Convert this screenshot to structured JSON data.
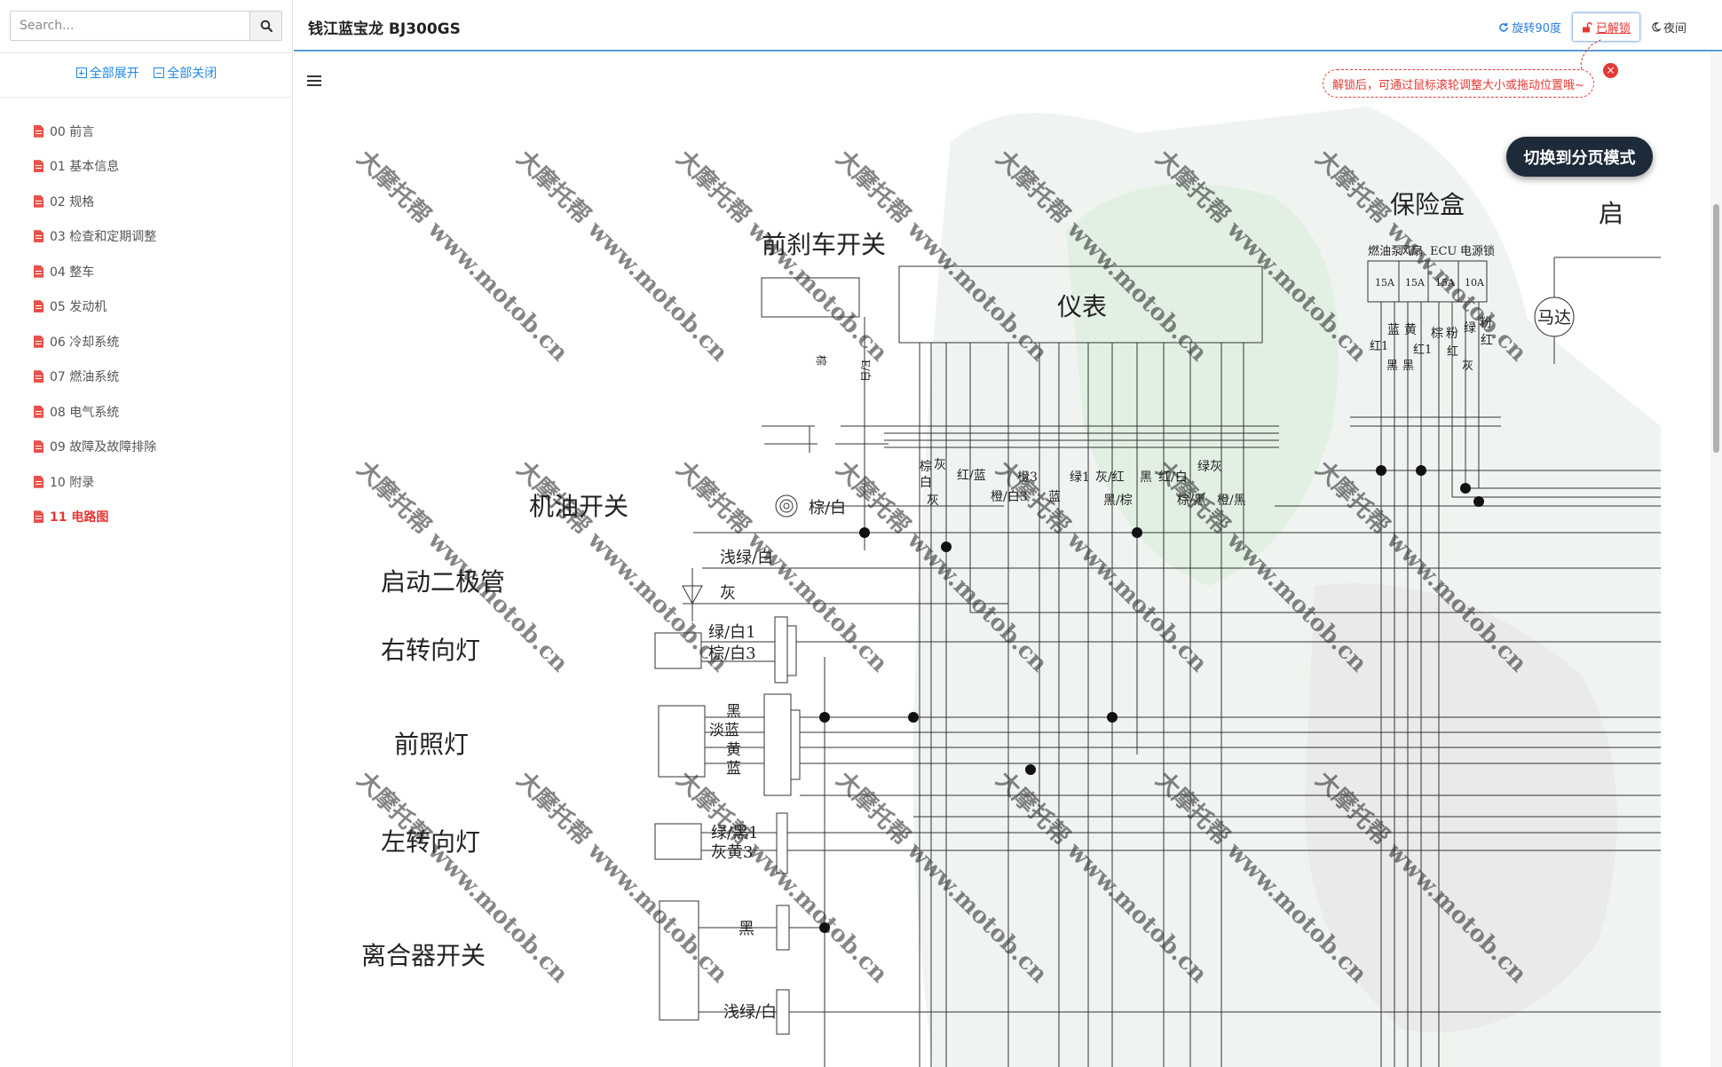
{
  "sidebar": {
    "search_placeholder": "Search...",
    "expand_all": "全部展开",
    "collapse_all": "全部关闭",
    "chapters": [
      {
        "label": "00 前言",
        "active": false
      },
      {
        "label": "01 基本信息",
        "active": false
      },
      {
        "label": "02 规格",
        "active": false
      },
      {
        "label": "03 检查和定期调整",
        "active": false
      },
      {
        "label": "04 整车",
        "active": false
      },
      {
        "label": "05 发动机",
        "active": false
      },
      {
        "label": "06 冷却系统",
        "active": false
      },
      {
        "label": "07 燃油系统",
        "active": false
      },
      {
        "label": "08 电气系统",
        "active": false
      },
      {
        "label": "09 故障及故障排除",
        "active": false
      },
      {
        "label": "10 附录",
        "active": false
      },
      {
        "label": "11 电路图",
        "active": true
      }
    ]
  },
  "header": {
    "title": "钱江蓝宝龙 BJ300GS",
    "rotate_label": "旋转90度",
    "unlock_label": "已解锁",
    "night_label": "夜间"
  },
  "tip": {
    "text": "解锁后，可通过鼠标滚轮调整大小或拖动位置哦~",
    "close": "×"
  },
  "page_mode_button": "切换到分页模式",
  "diagram": {
    "fuse_box": "保险盒",
    "fuse_names": [
      "燃油泵",
      "风扇",
      "ECU",
      "电源锁"
    ],
    "fuse_ratings": [
      "15A",
      "15A",
      "15A",
      "10A"
    ],
    "partial_label": "启",
    "motor": "马达",
    "front_brake_switch": "前刹车开关",
    "meter": "仪表",
    "oil_switch": "机油开关",
    "oil_wire": "棕/白",
    "start_diode": "启动二极管",
    "diode_wires": [
      "浅绿/白",
      "灰"
    ],
    "right_turn": "右转向灯",
    "right_turn_wires": [
      "绿/白1",
      "棕/白3"
    ],
    "headlight": "前照灯",
    "headlight_wires": [
      "黑",
      "淡蓝",
      "黄",
      "蓝"
    ],
    "left_turn": "左转向灯",
    "left_turn_wires": [
      "绿/黑1",
      "灰黄3"
    ],
    "clutch_switch": "离合器开关",
    "clutch_wires": [
      "黑",
      "浅绿/白"
    ],
    "brake_wires": [
      "棕",
      "E/白"
    ],
    "meter_wires_row1": [
      "棕",
      "灰",
      "白",
      "红/蓝",
      "橙3",
      "绿1",
      "灰/红",
      "黑",
      "红/白",
      "绿灰"
    ],
    "meter_wires_row2": [
      "灰",
      "橙/白3",
      "蓝",
      "黑/棕",
      "棕/黑",
      "橙/黑"
    ],
    "fuse_wires": [
      "蓝",
      "黄",
      "棕",
      "粉",
      "绿",
      "粉",
      "红1",
      "红1",
      "红",
      "灰",
      "红",
      "黑",
      "黑"
    ],
    "watermark": "大摩托帮 www.motob.cn"
  }
}
